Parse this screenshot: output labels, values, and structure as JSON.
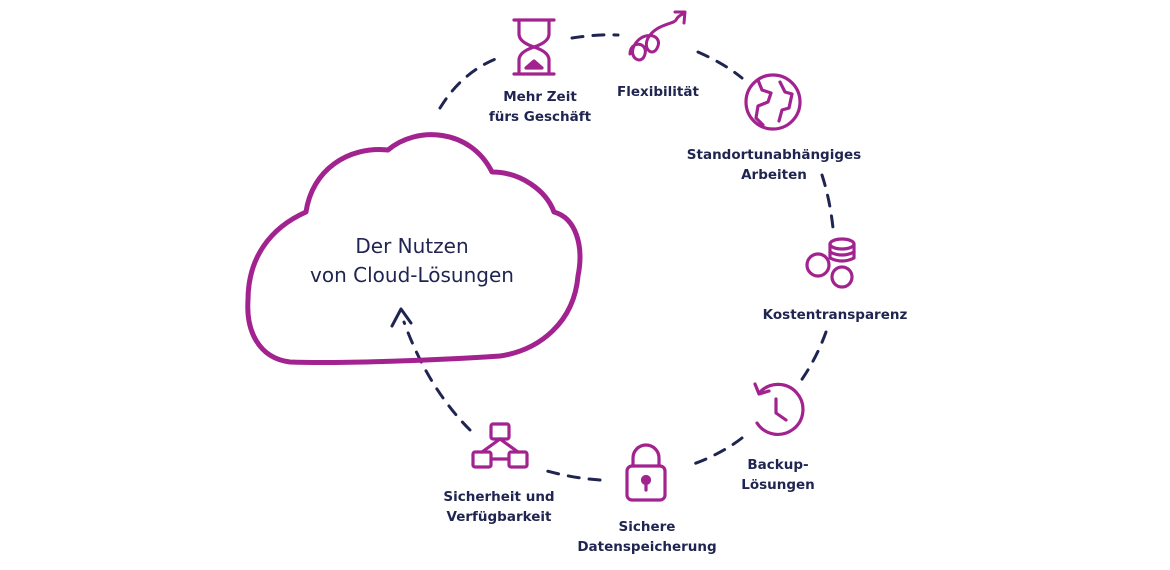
{
  "colors": {
    "accent": "#a2238f",
    "text": "#1f2550",
    "path": "#1f2550"
  },
  "cloud": {
    "line1": "Der Nutzen",
    "line2": "von Cloud-Lösungen"
  },
  "benefits": [
    {
      "icon": "hourglass-icon",
      "line1": "Mehr Zeit",
      "line2": "fürs Geschäft"
    },
    {
      "icon": "growth-arrow-icon",
      "line1": "Flexibilität",
      "line2": ""
    },
    {
      "icon": "globe-icon",
      "line1": "Standortunabhängiges",
      "line2": "Arbeiten"
    },
    {
      "icon": "coins-icon",
      "line1": "Kostentransparenz",
      "line2": ""
    },
    {
      "icon": "clock-restore-icon",
      "line1": "Backup-",
      "line2": "Lösungen"
    },
    {
      "icon": "padlock-icon",
      "line1": "Sichere",
      "line2": "Datenspeicherung"
    },
    {
      "icon": "network-icon",
      "line1": "Sicherheit und",
      "line2": "Verfügbarkeit"
    }
  ]
}
